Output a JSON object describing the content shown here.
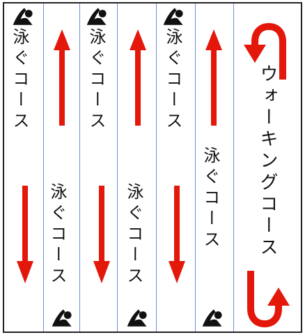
{
  "lanes": [
    {
      "label": "泳ぐコース",
      "direction": "down"
    },
    {
      "label": "泳ぐコース",
      "direction": "up"
    },
    {
      "label": "泳ぐコース",
      "direction": "down"
    },
    {
      "label": "泳ぐコース",
      "direction": "up"
    },
    {
      "label": "泳ぐコース",
      "direction": "down"
    },
    {
      "label": "泳ぐコース",
      "direction": "up"
    }
  ],
  "walking_lane": {
    "label": "ウォーキングコース"
  },
  "icons": {
    "swimmer": "swimmer-icon",
    "direction_arrow": "arrow-icon",
    "u_turn": "u-turn-arrow-icon"
  },
  "colors": {
    "arrow": "#e3170a",
    "lane_line": "#6b8fd6",
    "border": "#222222",
    "text": "#111111",
    "swimmer": "#111111"
  }
}
